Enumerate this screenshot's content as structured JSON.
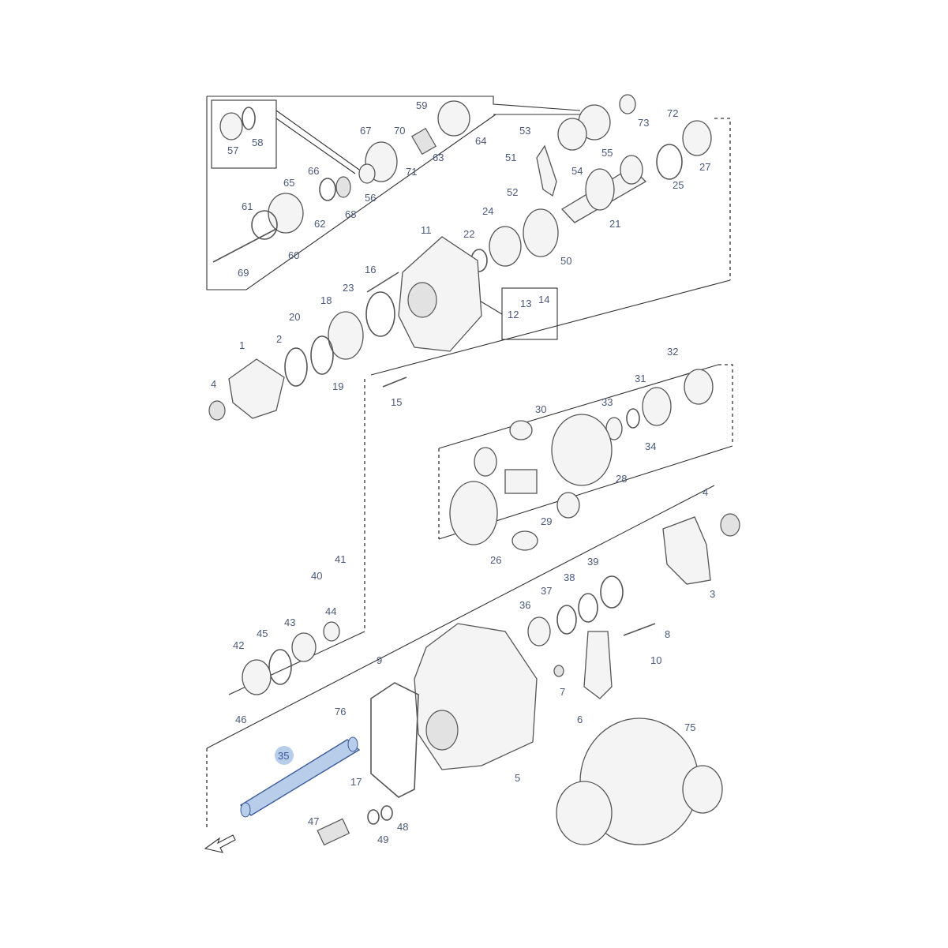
{
  "diagram": {
    "title": "Exploded view of transfer case and differential",
    "highlighted_part": "35",
    "highlight_color": "#b8cde9",
    "labels": [
      "57",
      "58",
      "59",
      "64",
      "67",
      "70",
      "71",
      "63",
      "56",
      "66",
      "65",
      "62",
      "68",
      "61",
      "60",
      "69",
      "53",
      "51",
      "52",
      "54",
      "55",
      "72",
      "73",
      "27",
      "25",
      "21",
      "24",
      "22",
      "50",
      "11",
      "16",
      "23",
      "18",
      "20",
      "12",
      "13",
      "14",
      "2",
      "1",
      "19",
      "4",
      "15",
      "32",
      "31",
      "33",
      "34",
      "30",
      "28",
      "29",
      "26",
      "4",
      "3",
      "39",
      "38",
      "37",
      "36",
      "8",
      "10",
      "7",
      "6",
      "41",
      "40",
      "44",
      "43",
      "45",
      "42",
      "46",
      "9",
      "76",
      "75",
      "35",
      "17",
      "5",
      "47",
      "48",
      "49"
    ]
  }
}
